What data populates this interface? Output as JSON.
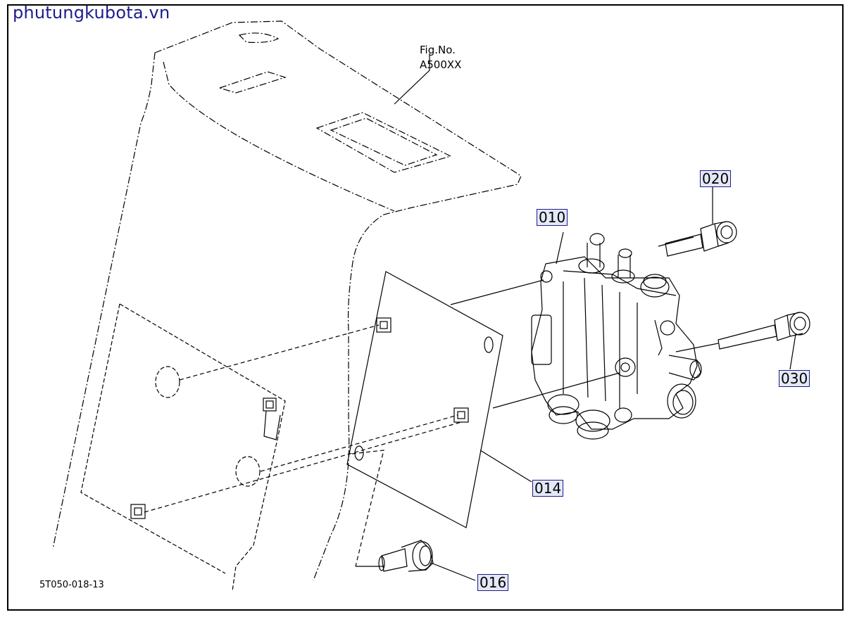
{
  "watermark": "phutungkubota.vn",
  "figure": {
    "label": "Fig.No.",
    "number": "A500XX"
  },
  "drawing_code": "5T050-018-13",
  "callouts": {
    "p010": "010",
    "p014": "014",
    "p016": "016",
    "p020": "020",
    "p030": "030"
  },
  "colors": {
    "line": "#000000",
    "callout_fill": "#e4e8f6",
    "callout_border": "#1c1c8c",
    "watermark": "#1c1c8c"
  }
}
